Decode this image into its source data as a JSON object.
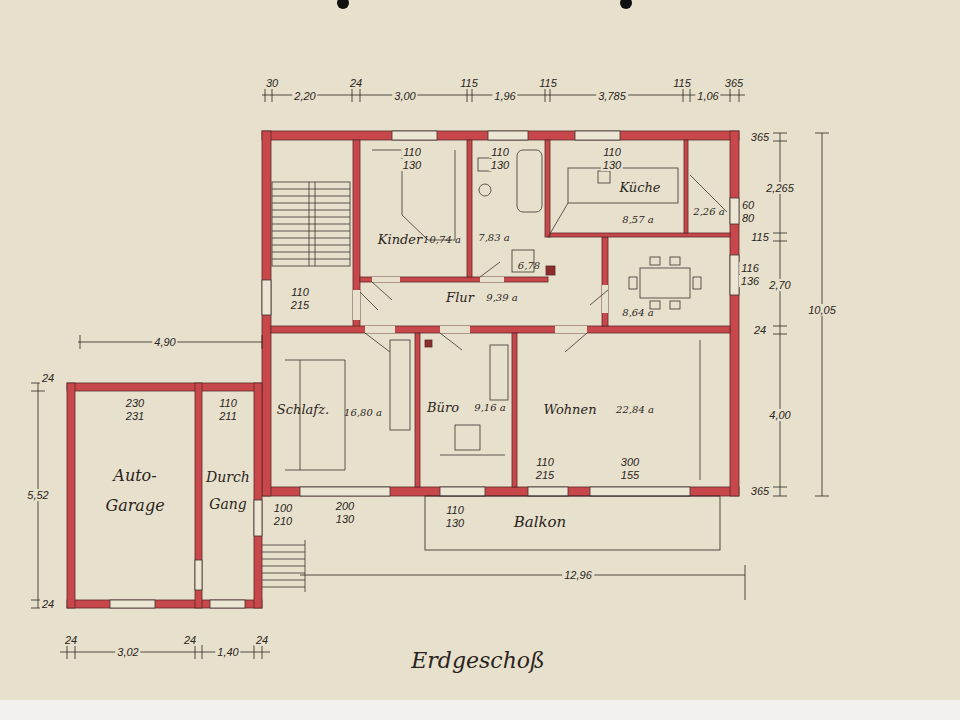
{
  "diagram": {
    "title": "Erdgeschoß",
    "nodes": [
      {
        "text": [
          "Kinder",
          "10,74 a"
        ]
      },
      {
        "text": [
          "7,83 a"
        ]
      },
      {
        "text": [
          "Küche",
          "8,57 a"
        ]
      },
      {
        "text": [
          "2,26 a"
        ]
      },
      {
        "text": [
          "8,64 a"
        ]
      },
      {
        "text": [
          "6,78"
        ]
      },
      {
        "text": [
          "Flur",
          "9,39 a"
        ]
      },
      {
        "text": [
          "Schlafz.",
          "16,80 a"
        ]
      },
      {
        "text": [
          "Büro",
          "9,16 a"
        ]
      },
      {
        "text": [
          "Wohnen",
          "22,84 a"
        ]
      },
      {
        "text": [
          "Auto- Garage"
        ]
      },
      {
        "text": [
          "Durch Gang"
        ]
      },
      {
        "text": [
          "Balkon"
        ]
      }
    ],
    "labels": [
      "30",
      "2,20",
      "24",
      "3,00",
      "115",
      "1,96",
      "115",
      "3,785",
      "115",
      "1,06",
      "365",
      "365",
      "2,265",
      "115",
      "2,70",
      "24",
      "4,00",
      "365",
      "10,05",
      "110",
      "130",
      "110",
      "130",
      "110",
      "130",
      "60",
      "80",
      "116",
      "136",
      "110",
      "215",
      "230",
      "231",
      "110",
      "211",
      "100",
      "210",
      "200",
      "130",
      "110",
      "130",
      "110",
      "215",
      "300",
      "155",
      "4,90",
      "24",
      "5,52",
      "24",
      "12,96",
      "24",
      "3,02",
      "24",
      "1,40",
      "24"
    ]
  }
}
